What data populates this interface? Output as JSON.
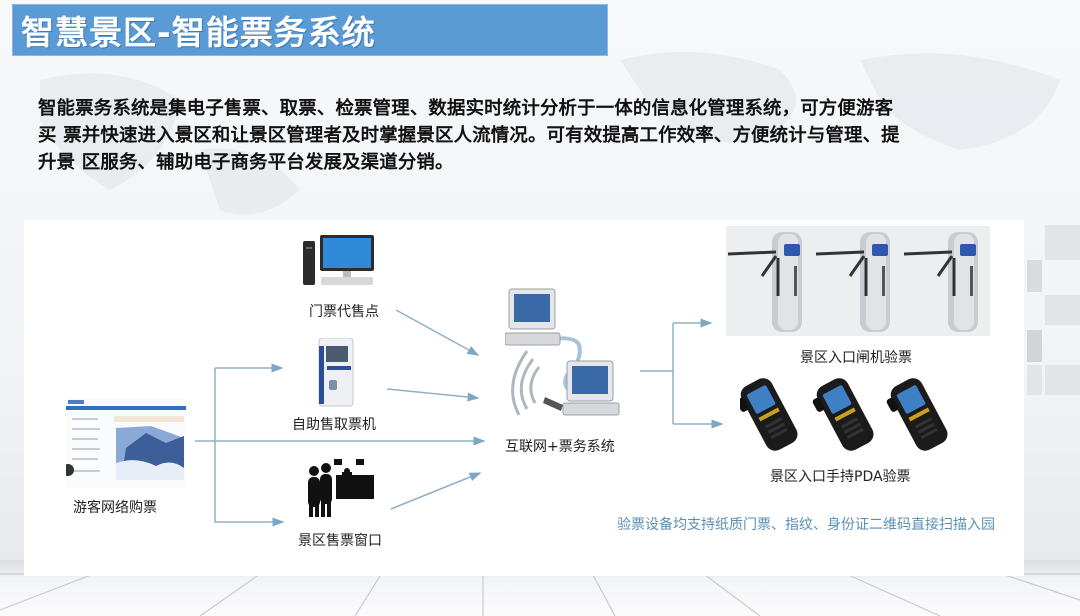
{
  "title": "智慧景区-智能票务系统",
  "intro": "智能票务系统是集电子售票、取票、检票管理、数据实时统计分析于一体的信息化管理系统，可方便游客买 票并快速进入景区和让景区管理者及时掌握景区人流情况。可有效提高工作效率、方便统计与管理、提升景 区服务、辅助电子商务平台发展及渠道分销。",
  "intro_lines": [
    "智能票务系统是集电子售票、取票、检票管理、数据实时统计分析于一体的信息化管理系统，可方便游客",
    "买 票并快速进入景区和让景区管理者及时掌握景区人流情况。可有效提高工作效率、方便统计与管理、提",
    "升景 区服务、辅助电子商务平台发展及渠道分销。"
  ],
  "diagram": {
    "nodes": {
      "online": {
        "label": "游客网络购票",
        "icon": "web-page-screenshot"
      },
      "agent": {
        "label": "门票代售点",
        "icon": "desktop-computer"
      },
      "kiosk": {
        "label": "自助售取票机",
        "icon": "ticket-kiosk"
      },
      "window": {
        "label": "景区售票窗口",
        "icon": "ticket-counter-people"
      },
      "system": {
        "label": "互联网+票务系统",
        "icon": "networked-computers"
      },
      "gate": {
        "label": "景区入口闸机验票",
        "icon": "turnstile-gates"
      },
      "pda": {
        "label": "景区入口手持PDA验票",
        "icon": "handheld-pda-scanners"
      }
    },
    "edges": [
      {
        "from": "online",
        "to": "kiosk"
      },
      {
        "from": "online",
        "to": "window"
      },
      {
        "from": "online",
        "to": "system"
      },
      {
        "from": "agent",
        "to": "system"
      },
      {
        "from": "kiosk",
        "to": "system"
      },
      {
        "from": "window",
        "to": "system"
      },
      {
        "from": "system",
        "to": "gate"
      },
      {
        "from": "system",
        "to": "pda"
      }
    ],
    "note": "验票设备均支持纸质门票、指纹、身份证二维码直接扫描入园",
    "colors": {
      "arrow": "#7fa6c2",
      "note": "#5a8fb5",
      "title_bg": "#5b9bd5"
    }
  }
}
